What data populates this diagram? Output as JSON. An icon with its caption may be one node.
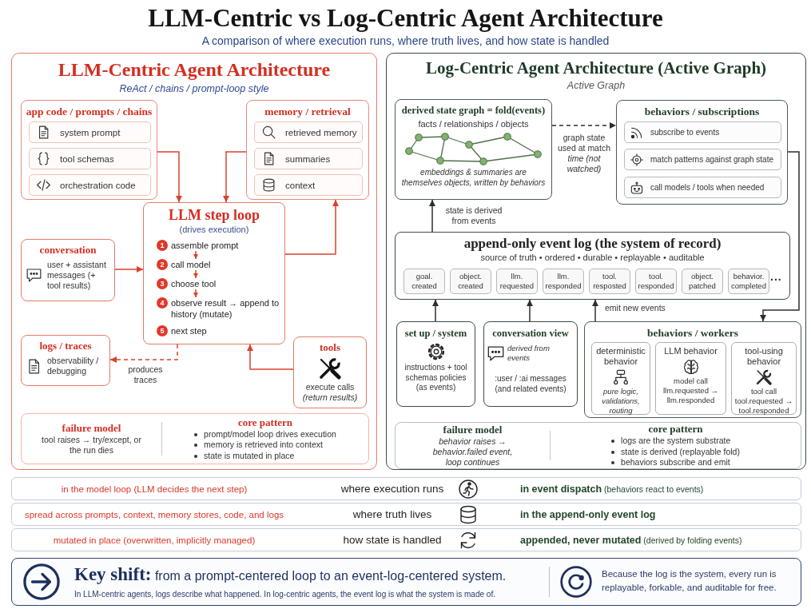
{
  "diagram": {
    "title": "LLM-Centric vs Log-Centric Agent Architecture",
    "nodes": [
      {
        "text": [
          "LLM-Centric Agent Architecture",
          "ReAct / chains / prompt-loop style"
        ]
      },
      {
        "text": [
          "app code / prompts / chains"
        ],
        "in": 0
      },
      {
        "text": [
          "system prompt"
        ],
        "in": 1
      },
      {
        "text": [
          "tool schemas"
        ],
        "in": 1
      },
      {
        "text": [
          "orchestration code"
        ],
        "in": 1
      },
      {
        "text": [
          "memory / retrieval"
        ],
        "in": 0
      },
      {
        "text": [
          "retrieved memory"
        ],
        "in": 5
      },
      {
        "text": [
          "summaries"
        ],
        "in": 5
      },
      {
        "text": [
          "context"
        ],
        "in": 5
      },
      {
        "text": [
          "LLM step loop",
          "(drives execution)"
        ],
        "in": 0
      },
      {
        "text": [
          "assemble prompt"
        ],
        "in": 9,
        "beside": [
          "1"
        ]
      },
      {
        "text": [
          "call model"
        ],
        "in": 9,
        "beside": [
          "2"
        ]
      },
      {
        "text": [
          "choose tool"
        ],
        "in": 9,
        "beside": [
          "3"
        ]
      },
      {
        "text": [
          "observe result → append to history (mutate)"
        ],
        "in": 9,
        "beside": [
          "4"
        ]
      },
      {
        "text": [
          "next step"
        ],
        "in": 9,
        "beside": [
          "5"
        ]
      },
      {
        "text": [
          "conversation",
          "user + assistant messages (+ tool results)"
        ],
        "in": 0
      },
      {
        "text": [
          "logs / traces",
          "observability / debugging"
        ],
        "in": 0
      },
      {
        "text": [
          "tools",
          "execute calls *(return results)*"
        ],
        "in": 0
      },
      {
        "text": [
          "failure model",
          "tool raises → try/except, or the run dies",
          "core pattern",
          "prompt/model loop drives execution",
          "memory is retrieved into context",
          "state is mutated in place"
        ],
        "in": 0
      },
      {
        "text": [
          "Log-Centric Agent Architecture (Active Graph)",
          "Active Graph"
        ]
      },
      {
        "text": [
          "derived state graph = fold(events)",
          "facts / relationships / objects",
          "embeddings & summaries are themselves objects, written by behaviors"
        ],
        "in": 19
      },
      {
        "text": [
          "behaviors / subscriptions"
        ],
        "in": 19
      },
      {
        "text": [
          "subscribe to events"
        ],
        "in": 21
      },
      {
        "text": [
          "match patterns against graph state"
        ],
        "in": 21
      },
      {
        "text": [
          "call models / tools when needed"
        ],
        "in": 21
      },
      {
        "text": [
          "append-only event log (the system of record)",
          "source of truth • ordered • durable • replayable • auditable"
        ],
        "in": 19
      },
      {
        "text": [
          "goal. created"
        ],
        "in": 25
      },
      {
        "text": [
          "object. created"
        ],
        "in": 25
      },
      {
        "text": [
          "llm. requested"
        ],
        "in": 25
      },
      {
        "text": [
          "llm. responded"
        ],
        "in": 25
      },
      {
        "text": [
          "tool. resposted"
        ],
        "in": 25
      },
      {
        "text": [
          "tool. responded"
        ],
        "in": 25
      },
      {
        "text": [
          "object. patched"
        ],
        "in": 25
      },
      {
        "text": [
          "behavior. completed"
        ],
        "in": 25
      },
      {
        "text": [
          "set up / system",
          "instructions + tool schemas policies (as events)"
        ],
        "in": 19
      },
      {
        "text": [
          "conversation view",
          "derived from events",
          ":user / :ai messages (and related events)"
        ],
        "in": 19
      },
      {
        "text": [
          "behaviors / workers"
        ],
        "in": 19
      },
      {
        "text": [
          "deterministic behavior",
          "pure logic, validations, routing"
        ],
        "in": 36
      },
      {
        "text": [
          "LLM behavior",
          "model call",
          "llm.requested → llm.responded"
        ],
        "in": 36
      },
      {
        "text": [
          "tool-using behavior",
          "tool call",
          "tool.requested → tool.responded"
        ],
        "in": 36
      },
      {
        "text": [
          "failure model",
          "behavior raises → behavior.failed event, loop continues",
          "core pattern",
          "logs are the system substrate",
          "state is derived (replayable fold)",
          "behaviors subscribe and emit"
        ],
        "in": 19
      },
      {
        "text": [
          "in the model loop (LLM decides the next step)",
          "where execution runs",
          "**in event dispatch** (behaviors react to events)"
        ]
      },
      {
        "text": [
          "spread across prompts, context, memory stores, code, and logs",
          "where truth lives",
          "in the append-only event log"
        ]
      },
      {
        "text": [
          "mutated in place (overwritten, implicitly managed)",
          "how state is handled",
          "**appended, never mutated** (derived by folding events)"
        ]
      },
      {
        "text": [
          "**Key shift:** from a prompt-centered loop to an event-log-centered system.",
          "In LLM-centric agents, logs describe what happened. In log-centric agents, the event log is what the system is made of.",
          "Because the log is the system, every run is replayable, forkable, and auditable for free."
        ]
      }
    ],
    "edges": [
      {
        "from": 1,
        "to": 9,
        "arrow": "to"
      },
      {
        "from": 5,
        "to": 9,
        "arrow": "to"
      },
      {
        "from": 9,
        "to": 5,
        "arrow": "to"
      },
      {
        "from": 15,
        "to": 9,
        "arrow": "to"
      },
      {
        "from": 9,
        "to": 16,
        "arrow": "to",
        "label": "produces traces",
        "style": "dashed"
      },
      {
        "from": 17,
        "to": 9,
        "arrow": "to"
      },
      {
        "from": 10,
        "to": 11,
        "arrow": "to"
      },
      {
        "from": 11,
        "to": 12,
        "arrow": "to"
      },
      {
        "from": 12,
        "to": 13,
        "arrow": "to"
      },
      {
        "from": 20,
        "to": 21,
        "arrow": "to",
        "label": "graph state used at match *time (not watched)*",
        "style": "dashed",
        "color": "#2b2f2b"
      },
      {
        "from": 25,
        "to": 20,
        "arrow": "to",
        "label": "state is derived from events",
        "color": "#2b2f2b"
      },
      {
        "from": 21,
        "to": 36,
        "arrow": "to",
        "color": "#2b2f2b"
      },
      {
        "from": 34,
        "to": 25,
        "arrow": "to",
        "color": "#2b2f2b"
      },
      {
        "from": 35,
        "to": 25,
        "arrow": "to",
        "color": "#2b2f2b"
      },
      {
        "from": 36,
        "to": 25,
        "arrow": "to",
        "label": "emit new events",
        "color": "#2b2f2b"
      }
    ],
    "labels": [
      "A comparison of where execution runs, where truth lives, and how state is handled",
      "..."
    ]
  }
}
